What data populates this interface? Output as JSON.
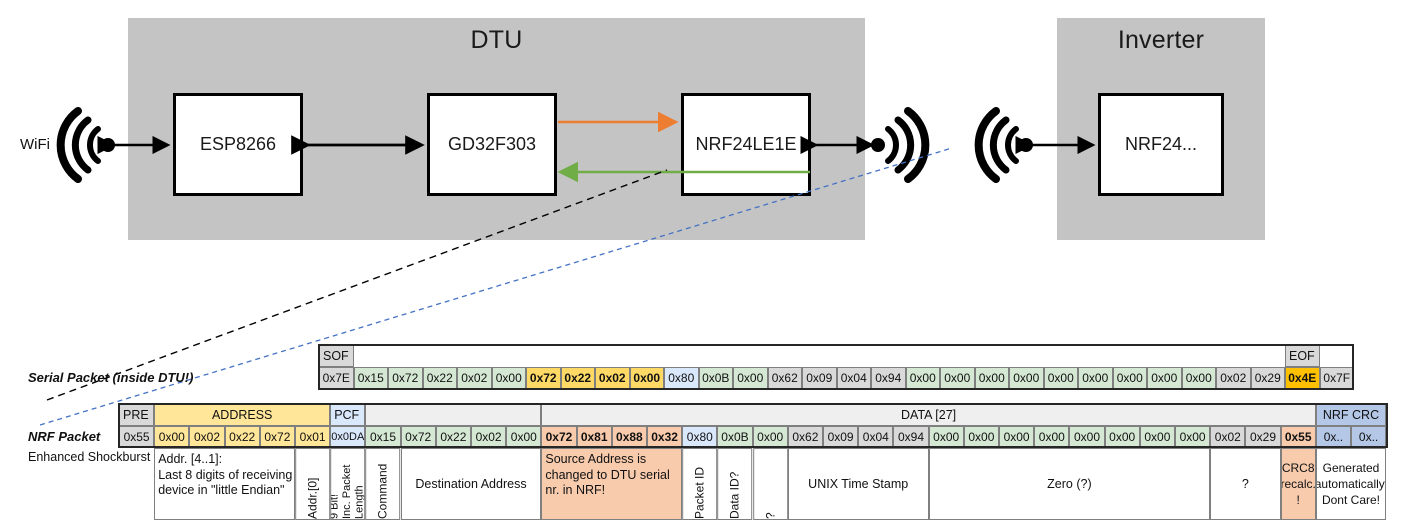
{
  "diagram": {
    "dtu": {
      "title": "DTU",
      "chips": [
        {
          "name": "esp-chip",
          "label": "ESP8266"
        },
        {
          "name": "gd32-chip",
          "label": "GD32F303"
        },
        {
          "name": "nrf24le1e-chip",
          "label": "NRF24LE1E"
        }
      ],
      "wifi_label": "WiFi"
    },
    "inverter": {
      "title": "Inverter",
      "chips": [
        {
          "name": "nrf24-chip",
          "label": "NRF24..."
        }
      ]
    },
    "arrows": {
      "tx_color": "#ED7D31",
      "rx_color": "#70AD47",
      "link_color": "#000000",
      "serial_callout_color": "#000000",
      "nrf_callout_color": "#4472C4"
    }
  },
  "labels": {
    "serial_packet": "Serial Packet (inside DTU!)",
    "nrf_packet": "NRF Packet",
    "enhanced_shockburst": "Enhanced Shockburst"
  },
  "colors": {
    "grey": "#D9D9D9",
    "green": "#D5E8D4",
    "yellow": "#FFD966",
    "orange_light": "#F8CBAD",
    "orange_strong": "#FFC000",
    "blue_light": "#DAE8FC",
    "blue_mid": "#B4C7E7",
    "tan": "#FFE699",
    "white": "#FFFFFF",
    "header_grey": "#EFEFEF"
  },
  "serial_packet": {
    "header": [
      {
        "label": "SOF",
        "fill": "grey",
        "span": 1
      },
      {
        "label": "",
        "fill": "none",
        "span": 27
      },
      {
        "label": "EOF",
        "fill": "grey",
        "span": 1
      }
    ],
    "bytes": [
      {
        "v": "0x7E",
        "fill": "grey",
        "bold": false
      },
      {
        "v": "0x15",
        "fill": "green",
        "bold": false
      },
      {
        "v": "0x72",
        "fill": "green",
        "bold": false
      },
      {
        "v": "0x22",
        "fill": "green",
        "bold": false
      },
      {
        "v": "0x02",
        "fill": "green",
        "bold": false
      },
      {
        "v": "0x00",
        "fill": "green",
        "bold": false
      },
      {
        "v": "0x72",
        "fill": "yellow",
        "bold": true
      },
      {
        "v": "0x22",
        "fill": "yellow",
        "bold": true
      },
      {
        "v": "0x02",
        "fill": "yellow",
        "bold": true
      },
      {
        "v": "0x00",
        "fill": "yellow",
        "bold": true
      },
      {
        "v": "0x80",
        "fill": "blue_light",
        "bold": false
      },
      {
        "v": "0x0B",
        "fill": "green",
        "bold": false
      },
      {
        "v": "0x00",
        "fill": "green",
        "bold": false
      },
      {
        "v": "0x62",
        "fill": "grey",
        "bold": false
      },
      {
        "v": "0x09",
        "fill": "grey",
        "bold": false
      },
      {
        "v": "0x04",
        "fill": "grey",
        "bold": false
      },
      {
        "v": "0x94",
        "fill": "grey",
        "bold": false
      },
      {
        "v": "0x00",
        "fill": "green",
        "bold": false
      },
      {
        "v": "0x00",
        "fill": "green",
        "bold": false
      },
      {
        "v": "0x00",
        "fill": "green",
        "bold": false
      },
      {
        "v": "0x00",
        "fill": "green",
        "bold": false
      },
      {
        "v": "0x00",
        "fill": "green",
        "bold": false
      },
      {
        "v": "0x00",
        "fill": "green",
        "bold": false
      },
      {
        "v": "0x00",
        "fill": "green",
        "bold": false
      },
      {
        "v": "0x00",
        "fill": "green",
        "bold": false
      },
      {
        "v": "0x00",
        "fill": "green",
        "bold": false
      },
      {
        "v": "0x02",
        "fill": "grey",
        "bold": false
      },
      {
        "v": "0x29",
        "fill": "grey",
        "bold": false
      },
      {
        "v": "0x4E",
        "fill": "orange_strong",
        "bold": true
      },
      {
        "v": "0x7F",
        "fill": "grey",
        "bold": false
      }
    ]
  },
  "nrf_packet": {
    "header": [
      {
        "label": "PRE",
        "fill": "grey",
        "span": 1
      },
      {
        "label": "ADDRESS",
        "fill": "tan",
        "span": 5
      },
      {
        "label": "PCF",
        "fill": "blue_light",
        "span": 1
      },
      {
        "label": "",
        "fill": "header_grey",
        "span": 5
      },
      {
        "label": "DATA [27]",
        "fill": "header_grey",
        "span": 22
      },
      {
        "label": "NRF CRC",
        "fill": "blue_mid",
        "span": 2
      }
    ],
    "bytes": [
      {
        "v": "0x55",
        "fill": "grey",
        "bold": false
      },
      {
        "v": "0x00",
        "fill": "tan",
        "bold": false
      },
      {
        "v": "0x02",
        "fill": "tan",
        "bold": false
      },
      {
        "v": "0x22",
        "fill": "tan",
        "bold": false
      },
      {
        "v": "0x72",
        "fill": "tan",
        "bold": false
      },
      {
        "v": "0x01",
        "fill": "tan",
        "bold": false
      },
      {
        "v": "0x0DA",
        "fill": "blue_light",
        "bold": false
      },
      {
        "v": "0x15",
        "fill": "green",
        "bold": false
      },
      {
        "v": "0x72",
        "fill": "green",
        "bold": false
      },
      {
        "v": "0x22",
        "fill": "green",
        "bold": false
      },
      {
        "v": "0x02",
        "fill": "green",
        "bold": false
      },
      {
        "v": "0x00",
        "fill": "green",
        "bold": false
      },
      {
        "v": "0x72",
        "fill": "orange_light",
        "bold": true
      },
      {
        "v": "0x81",
        "fill": "orange_light",
        "bold": true
      },
      {
        "v": "0x88",
        "fill": "orange_light",
        "bold": true
      },
      {
        "v": "0x32",
        "fill": "orange_light",
        "bold": true
      },
      {
        "v": "0x80",
        "fill": "blue_light",
        "bold": false
      },
      {
        "v": "0x0B",
        "fill": "green",
        "bold": false
      },
      {
        "v": "0x00",
        "fill": "green",
        "bold": false
      },
      {
        "v": "0x62",
        "fill": "grey",
        "bold": false
      },
      {
        "v": "0x09",
        "fill": "grey",
        "bold": false
      },
      {
        "v": "0x04",
        "fill": "grey",
        "bold": false
      },
      {
        "v": "0x94",
        "fill": "grey",
        "bold": false
      },
      {
        "v": "0x00",
        "fill": "green",
        "bold": false
      },
      {
        "v": "0x00",
        "fill": "green",
        "bold": false
      },
      {
        "v": "0x00",
        "fill": "green",
        "bold": false
      },
      {
        "v": "0x00",
        "fill": "green",
        "bold": false
      },
      {
        "v": "0x00",
        "fill": "green",
        "bold": false
      },
      {
        "v": "0x00",
        "fill": "green",
        "bold": false
      },
      {
        "v": "0x00",
        "fill": "green",
        "bold": false
      },
      {
        "v": "0x00",
        "fill": "green",
        "bold": false
      },
      {
        "v": "0x02",
        "fill": "grey",
        "bold": false
      },
      {
        "v": "0x29",
        "fill": "grey",
        "bold": false
      },
      {
        "v": "0x55",
        "fill": "orange_light",
        "bold": true
      },
      {
        "v": "0x..",
        "fill": "blue_mid",
        "bold": false
      },
      {
        "v": "0x..",
        "fill": "blue_mid",
        "bold": false
      }
    ],
    "descriptions": [
      {
        "name": "addr-4-1-desc",
        "text": "Addr. [4..1]:\nLast 8 digits of receiving\ndevice in \"little Endian\"",
        "mode": "wrap",
        "fill": "white",
        "start": 1,
        "span": 4
      },
      {
        "name": "addr-0-desc",
        "text": "Addr.[0]",
        "mode": "vert",
        "fill": "white",
        "start": 5,
        "span": 1
      },
      {
        "name": "packet-length-desc",
        "text": "9 Bit!\nInc. Packet\nLength",
        "mode": "vert2",
        "fill": "white",
        "start": 6,
        "span": 1
      },
      {
        "name": "command-desc",
        "text": "Command",
        "mode": "vert",
        "fill": "white",
        "start": 7,
        "span": 1
      },
      {
        "name": "destination-address-desc",
        "text": "Destination Address",
        "mode": "ctr",
        "fill": "white",
        "start": 8,
        "span": 4
      },
      {
        "name": "source-address-desc",
        "text": "Source Address is changed to DTU serial nr. in NRF!",
        "mode": "wrap",
        "fill": "orange_light",
        "start": 12,
        "span": 4
      },
      {
        "name": "packet-id-desc",
        "text": "Packet ID",
        "mode": "vert",
        "fill": "white",
        "start": 16,
        "span": 1
      },
      {
        "name": "data-id-desc",
        "text": "Data ID?",
        "mode": "vert",
        "fill": "white",
        "start": 17,
        "span": 1
      },
      {
        "name": "unknown-byte-desc",
        "text": "?",
        "mode": "vert",
        "fill": "white",
        "start": 18,
        "span": 1
      },
      {
        "name": "unix-time-stamp-desc",
        "text": "UNIX Time Stamp",
        "mode": "ctr",
        "fill": "white",
        "start": 19,
        "span": 4
      },
      {
        "name": "zero-desc",
        "text": "Zero (?)",
        "mode": "ctr",
        "fill": "white",
        "start": 23,
        "span": 8
      },
      {
        "name": "unknown-tail-desc",
        "text": "?",
        "mode": "ctr",
        "fill": "white",
        "start": 31,
        "span": 2
      },
      {
        "name": "crc8-desc",
        "text": "CRC8 recalc. !",
        "mode": "ctr2",
        "fill": "orange_light",
        "start": 33,
        "span": 1
      },
      {
        "name": "nrf-crc-desc",
        "text": "Generated automatically. Dont Care!",
        "mode": "ctr2",
        "fill": "white",
        "start": 34,
        "span": 2
      }
    ]
  }
}
